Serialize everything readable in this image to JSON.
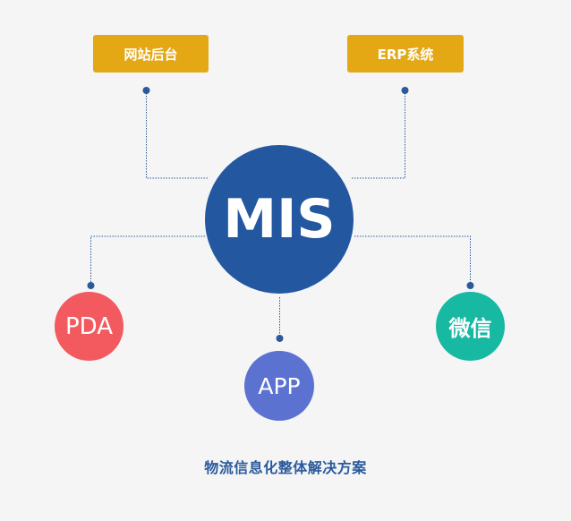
{
  "nodes": {
    "web_backend": {
      "label": "网站后台"
    },
    "erp": {
      "label": "ERP系统"
    },
    "mis": {
      "label": "MIS"
    },
    "pda": {
      "label": "PDA"
    },
    "app": {
      "label": "APP"
    },
    "wechat": {
      "label": "微信"
    }
  },
  "caption": "物流信息化整体解决方案",
  "colors": {
    "background": "#f5f5f6",
    "box": "#e4a815",
    "mis": "#2358a1",
    "pda": "#f25a5f",
    "app": "#5b72d1",
    "wechat": "#17b9a3",
    "connector": "#2a5a9c",
    "caption": "#2a5a9c"
  }
}
